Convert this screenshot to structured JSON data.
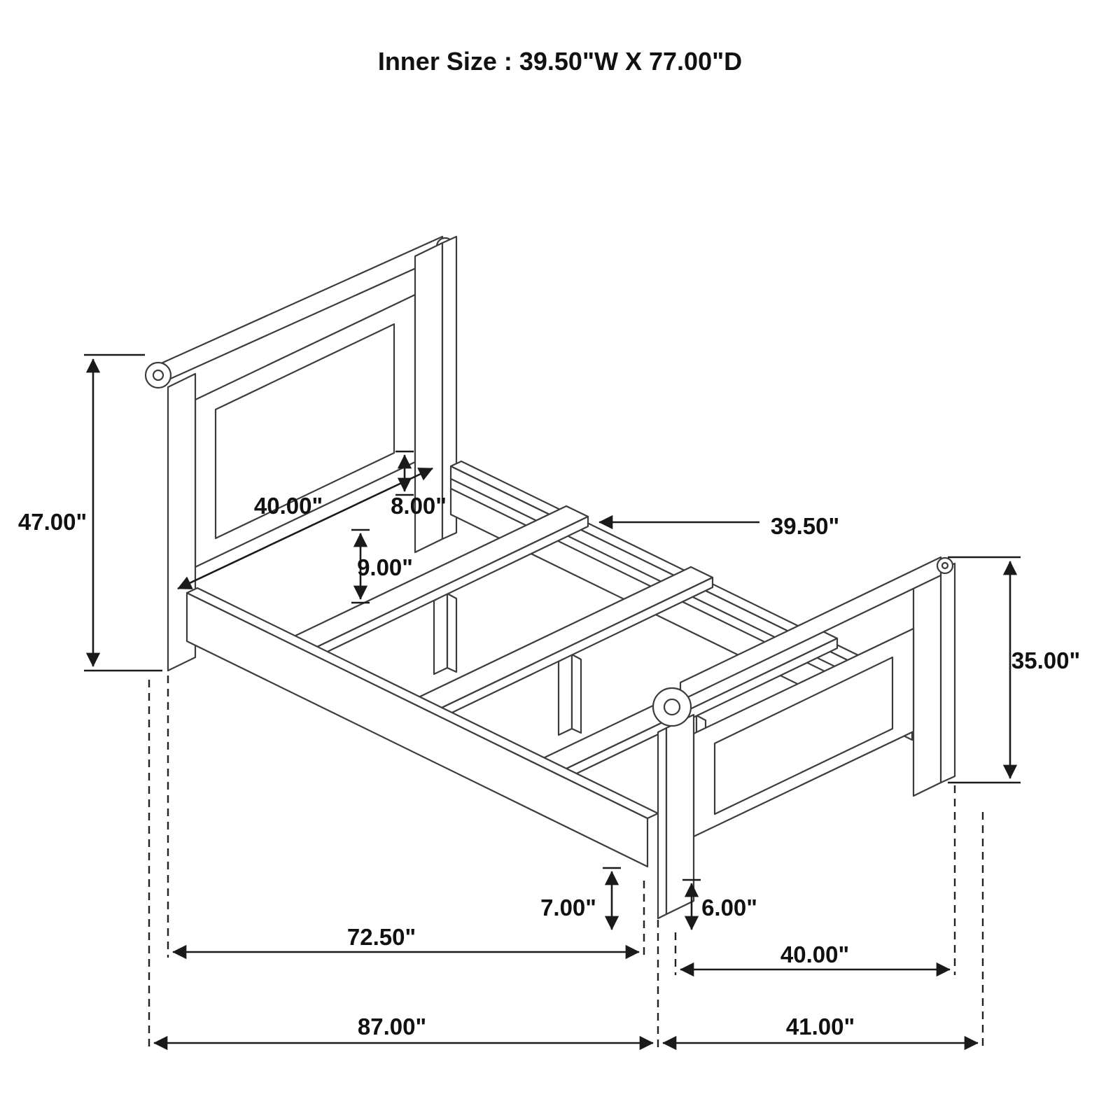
{
  "title": "Inner Size : 39.50\"W X 77.00\"D",
  "product": "sleigh-bed-dimension-diagram",
  "colors": {
    "background": "#ffffff",
    "drawing_line": "#3c3c3c",
    "dimension_line": "#1a1a1a",
    "text": "#111111"
  },
  "dims": {
    "headboard_height": "47.00\"",
    "headboard_width": "40.00\"",
    "rail_height": "8.00\"",
    "support_leg_height": "9.00\"",
    "inner_width": "39.50\"",
    "footboard_height": "35.00\"",
    "front_leg_height": "7.00\"",
    "under_clearance": "6.00\"",
    "rail_length": "72.50\"",
    "footboard_width": "40.00\"",
    "overall_length": "87.00\"",
    "overall_width": "41.00\""
  }
}
